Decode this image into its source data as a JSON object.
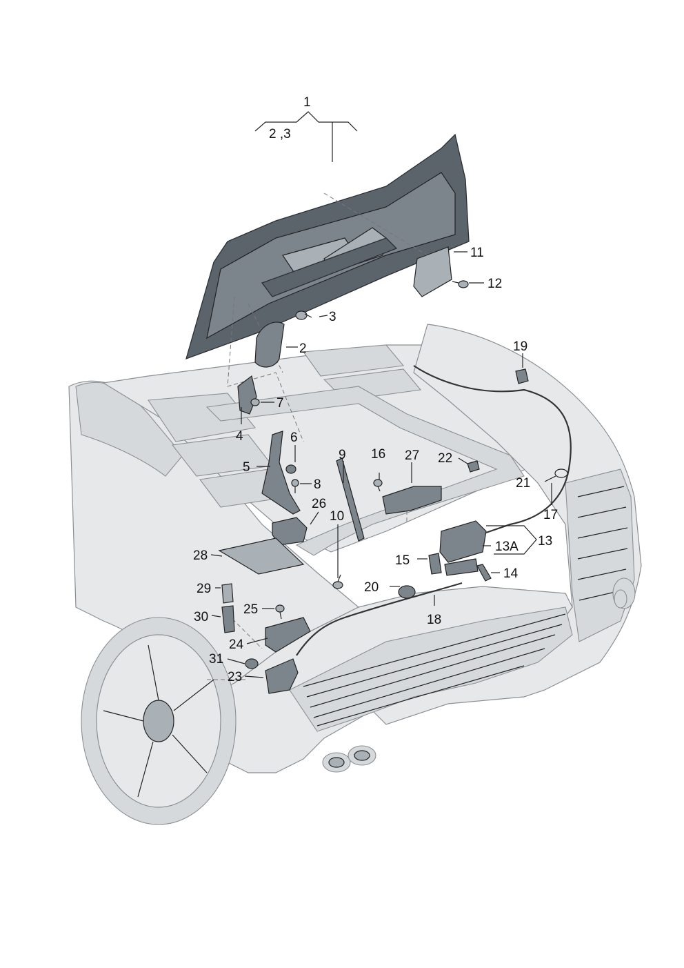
{
  "diagram": {
    "labels": [
      {
        "id": "1",
        "text": "1"
      },
      {
        "id": "2,3",
        "text": "2 ,3"
      },
      {
        "id": "2",
        "text": "2"
      },
      {
        "id": "3",
        "text": "3"
      },
      {
        "id": "4",
        "text": "4"
      },
      {
        "id": "5",
        "text": "5"
      },
      {
        "id": "6",
        "text": "6"
      },
      {
        "id": "7",
        "text": "7"
      },
      {
        "id": "8",
        "text": "8"
      },
      {
        "id": "9",
        "text": "9"
      },
      {
        "id": "10",
        "text": "10"
      },
      {
        "id": "11",
        "text": "11"
      },
      {
        "id": "12",
        "text": "12"
      },
      {
        "id": "13",
        "text": "13"
      },
      {
        "id": "13A",
        "text": "13A"
      },
      {
        "id": "14",
        "text": "14"
      },
      {
        "id": "15",
        "text": "15"
      },
      {
        "id": "16",
        "text": "16"
      },
      {
        "id": "17",
        "text": "17"
      },
      {
        "id": "18",
        "text": "18"
      },
      {
        "id": "19",
        "text": "19"
      },
      {
        "id": "20",
        "text": "20"
      },
      {
        "id": "21",
        "text": "21"
      },
      {
        "id": "22",
        "text": "22"
      },
      {
        "id": "23",
        "text": "23"
      },
      {
        "id": "24",
        "text": "24"
      },
      {
        "id": "25",
        "text": "25"
      },
      {
        "id": "26",
        "text": "26"
      },
      {
        "id": "27",
        "text": "27"
      },
      {
        "id": "28",
        "text": "28"
      },
      {
        "id": "29",
        "text": "29"
      },
      {
        "id": "30",
        "text": "30"
      },
      {
        "id": "31",
        "text": "31"
      }
    ]
  }
}
